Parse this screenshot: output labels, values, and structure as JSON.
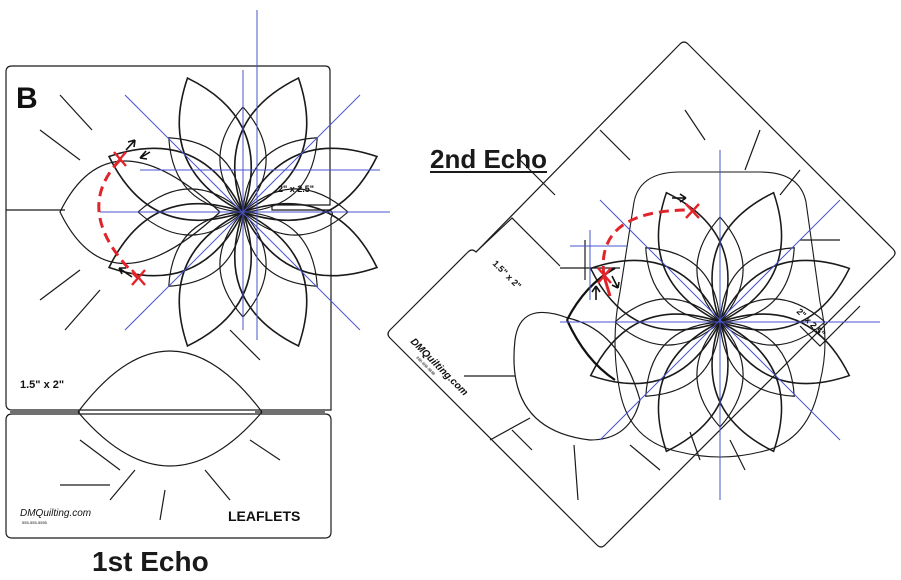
{
  "left_template": {
    "letter": "B",
    "size_top": "2\" x 2.5\"",
    "size_bottom": "1.5\" x 2\"",
    "brand": "DMQuilting.com",
    "phone": "555-555-5555",
    "name": "LEAFLETS"
  },
  "right_template": {
    "size_left": "1.5\" x 2\"",
    "size_right": "2\" x 2.5\"",
    "brand": "DMQuilting.com",
    "brand_sub": "888-888-8888"
  },
  "captions": {
    "first": "1st Echo",
    "second": "2nd Echo"
  },
  "colors": {
    "outline": "#1a1a1a",
    "guide": "#4a55cc",
    "stitch_path": "#e0242a",
    "background": "#ffffff"
  }
}
